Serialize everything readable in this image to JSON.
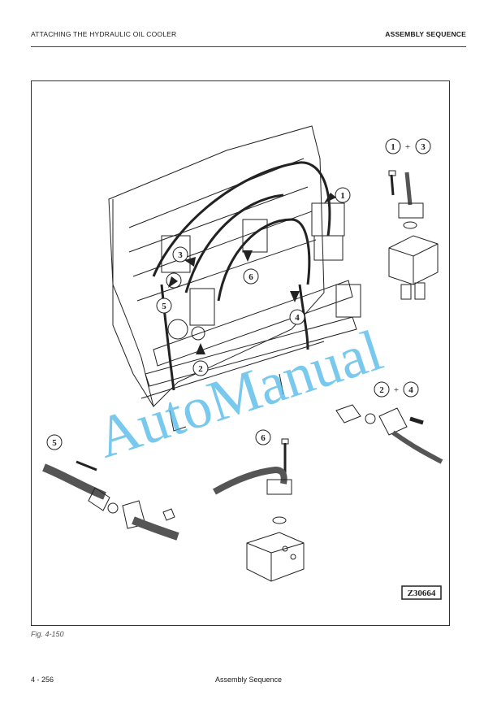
{
  "header": {
    "section_title": "ATTACHING THE HYDRAULIC OIL COOLER",
    "chapter_title": "ASSEMBLY SEQUENCE"
  },
  "figure": {
    "callouts": [
      "1",
      "2",
      "3",
      "4",
      "5",
      "6"
    ],
    "detail_label_1_3": {
      "a": "1",
      "op": "+",
      "b": "3"
    },
    "detail_label_2_4": {
      "a": "2",
      "op": "+",
      "b": "4"
    },
    "detail_label_5": "5",
    "detail_label_6": "6",
    "figure_code": "Z30664",
    "watermark": "AutoManual",
    "caption": "Fig. 4-150"
  },
  "footer": {
    "page_number": "4  - 256",
    "section_name": "Assembly Sequence"
  },
  "colors": {
    "watermark": "#3fb2e6",
    "line": "#222222"
  }
}
